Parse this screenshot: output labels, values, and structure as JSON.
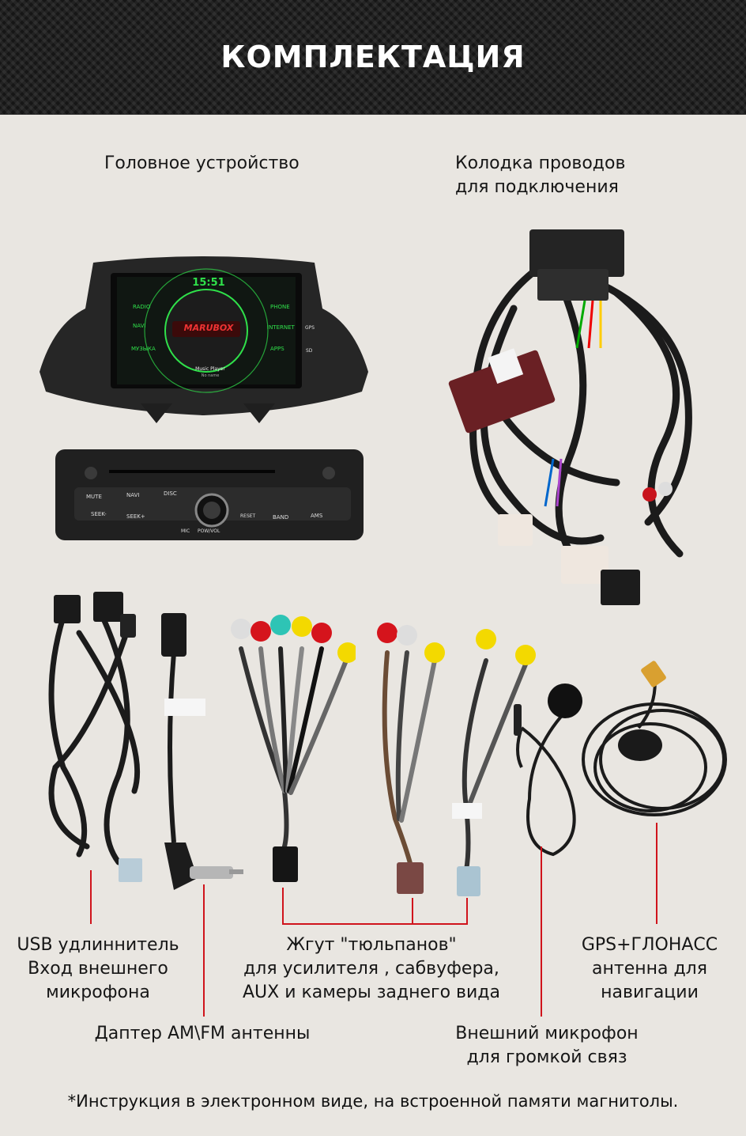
{
  "header": {
    "title": "КОМПЛЕКТАЦИЯ"
  },
  "labels": {
    "head_unit": "Головное устройство",
    "harness_line1": "Колодка проводов",
    "harness_line2": "для подключения",
    "usb_line1": "USB удлиннитель",
    "usb_line2": "Вход внешнего",
    "usb_line3": "микрофона",
    "adapter": "Даптер AM\\FM антенны",
    "rca_line1": "Жгут \"тюльпанов\"",
    "rca_line2": "для усилителя , сабвуфера,",
    "rca_line3": "AUX и камеры заднего вида",
    "gps_line1": "GPS+ГЛОНАСС",
    "gps_line2": "антенна для",
    "gps_line3": "навигации",
    "mic_line1": "Внешний микрофон",
    "mic_line2": "для громкой связ"
  },
  "note": "*Инструкция в электронном виде, на встроенной памяти магнитолы.",
  "device": {
    "clock": "15:51",
    "brand": "MARUBOX",
    "left_menu": [
      "RADIO",
      "NAVI",
      "МУЗЫКА"
    ],
    "right_menu": [
      "PHONE",
      "INTERNET",
      "APPS"
    ],
    "player_title": "Music Player",
    "player_sub": "No name",
    "side_labels": [
      "GPS",
      "SD"
    ],
    "panel_buttons_top": [
      "MUTE",
      "NAVI",
      "DISC"
    ],
    "panel_buttons_bottom": [
      "SEEK-",
      "SEEK+"
    ],
    "panel_buttons_right": [
      "RESET",
      "BAND",
      "AMS"
    ],
    "mic_label": "MIC",
    "knob_label": "POW/VOL"
  },
  "colors": {
    "accent_line": "#d0141c",
    "screen_green": "#2fe04a"
  }
}
